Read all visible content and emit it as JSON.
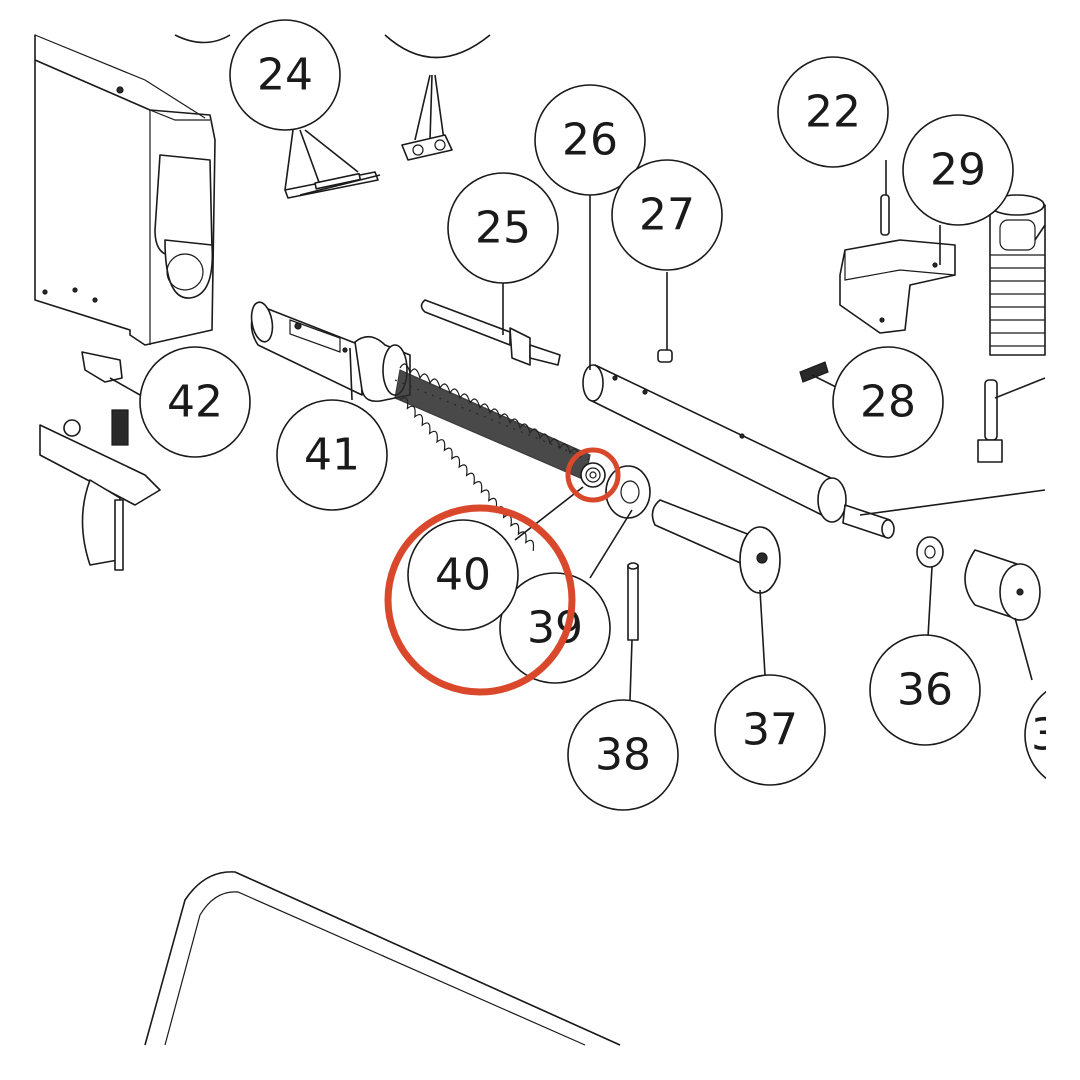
{
  "diagram": {
    "highlight_color": "#d9482b",
    "highlighted_part": "40",
    "callouts": [
      {
        "id": "c24",
        "label": "24"
      },
      {
        "id": "c26",
        "label": "26"
      },
      {
        "id": "c22",
        "label": "22"
      },
      {
        "id": "c29",
        "label": "29"
      },
      {
        "id": "c25",
        "label": "25"
      },
      {
        "id": "c27",
        "label": "27"
      },
      {
        "id": "c42",
        "label": "42"
      },
      {
        "id": "c41",
        "label": "41"
      },
      {
        "id": "c28",
        "label": "28"
      },
      {
        "id": "c40",
        "label": "40"
      },
      {
        "id": "c39",
        "label": "39"
      },
      {
        "id": "c38",
        "label": "38"
      },
      {
        "id": "c37",
        "label": "37"
      },
      {
        "id": "c36",
        "label": "36"
      },
      {
        "id": "c35",
        "label": "3"
      }
    ]
  }
}
